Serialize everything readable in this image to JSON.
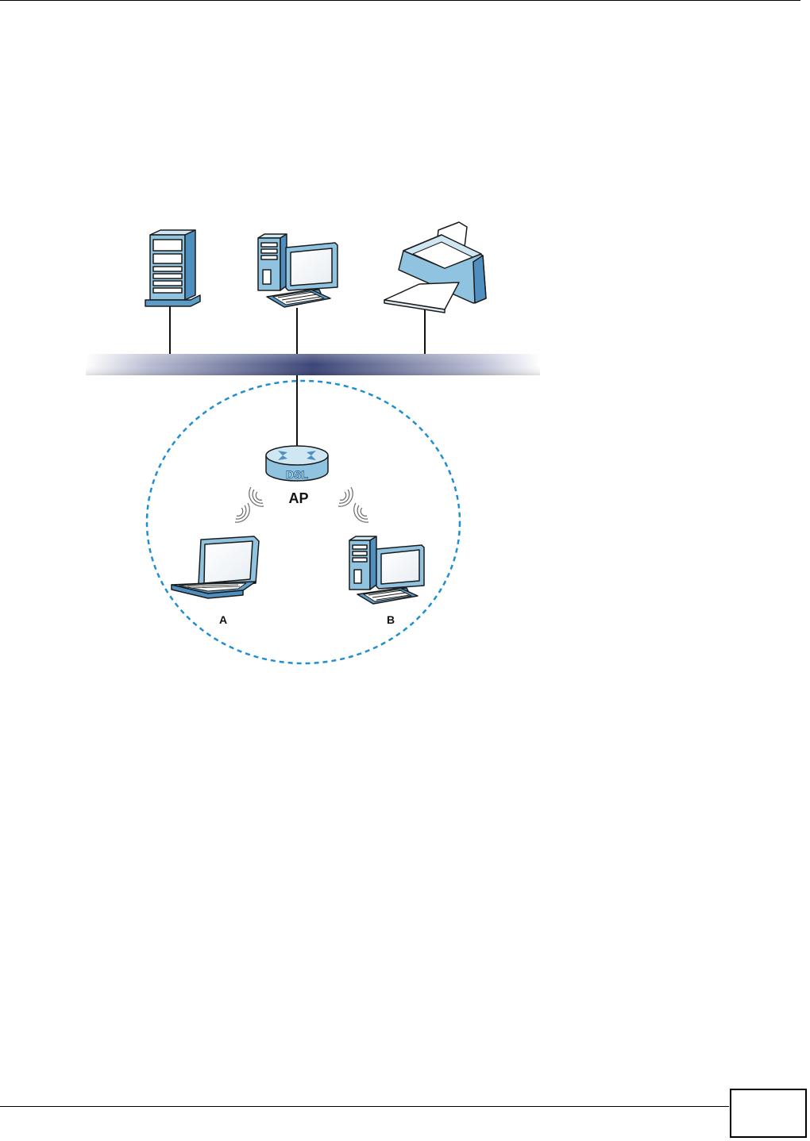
{
  "labels": {
    "access_point": "AP",
    "router_badge": "DSL",
    "client_a": "A",
    "client_b": "B"
  },
  "page_number": "",
  "colors": {
    "device_blue": "#8fc3e0",
    "device_blue_dark": "#5b9cc8",
    "outline": "#1a1a1a",
    "backbone_dark": "#3b4577",
    "wireless_range": "#1e8fd0"
  }
}
